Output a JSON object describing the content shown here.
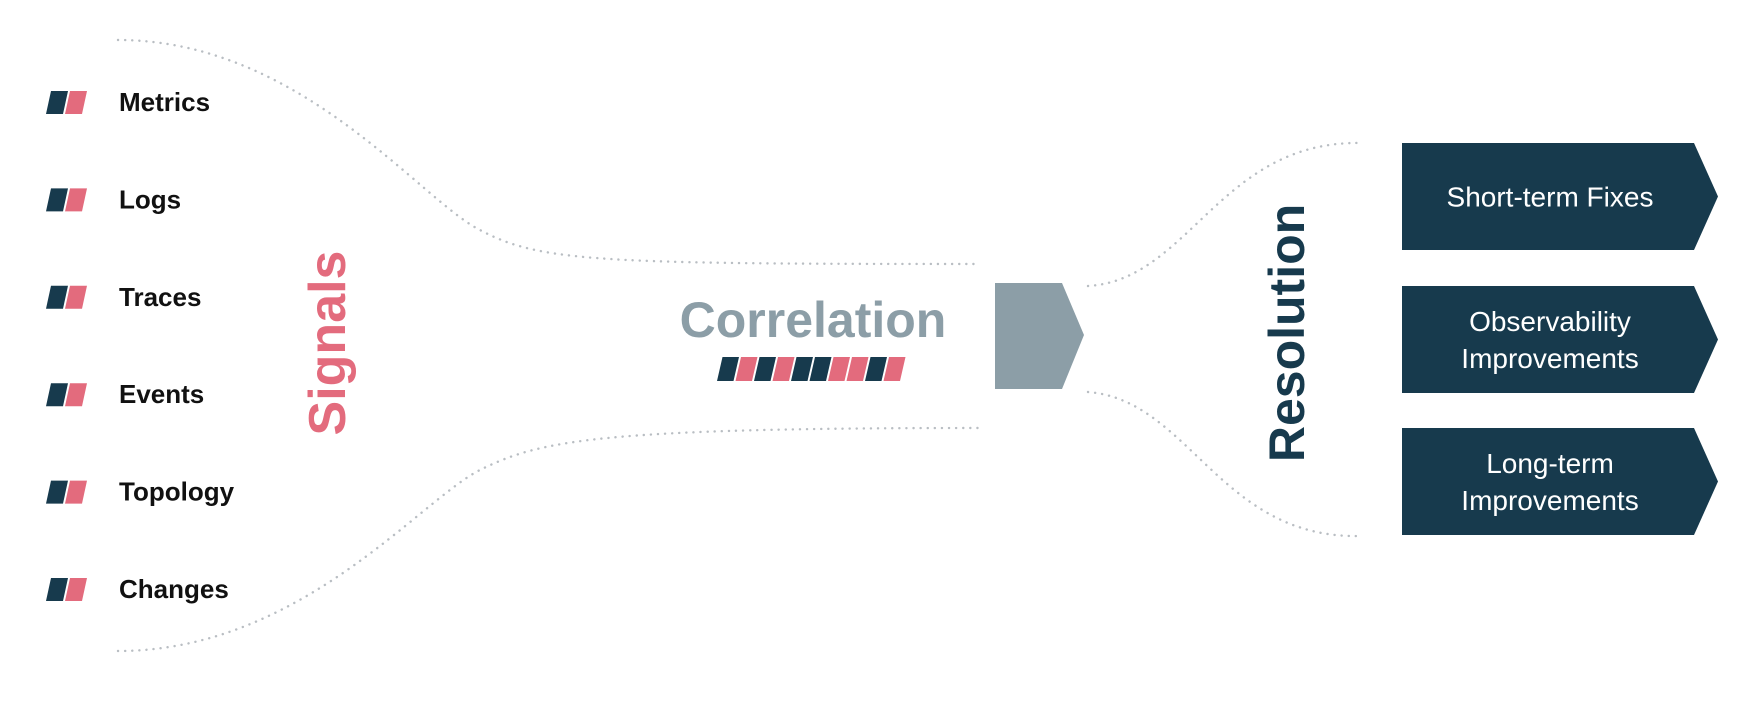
{
  "colors": {
    "navy": "#173a4d",
    "pink": "#e36b7d",
    "gray": "#8c9ea7",
    "dots": "#b9bec3",
    "label": "#111111"
  },
  "signals": {
    "title": "Signals",
    "items": [
      {
        "label": "Metrics",
        "icon": "signal-stripe-icon"
      },
      {
        "label": "Logs",
        "icon": "signal-stripe-icon"
      },
      {
        "label": "Traces",
        "icon": "signal-stripe-icon"
      },
      {
        "label": "Events",
        "icon": "signal-stripe-icon"
      },
      {
        "label": "Topology",
        "icon": "signal-stripe-icon"
      },
      {
        "label": "Changes",
        "icon": "signal-stripe-icon"
      }
    ]
  },
  "correlation": {
    "title": "Correlation",
    "stripe_pattern": [
      "navy",
      "pink",
      "navy",
      "pink",
      "navy",
      "navy",
      "pink",
      "pink",
      "navy",
      "pink"
    ]
  },
  "resolution": {
    "title": "Resolution",
    "outcomes": [
      {
        "lines": [
          "Short-term Fixes"
        ]
      },
      {
        "lines": [
          "Observability",
          "Improvements"
        ]
      },
      {
        "lines": [
          "Long-term",
          "Improvements"
        ]
      }
    ]
  }
}
